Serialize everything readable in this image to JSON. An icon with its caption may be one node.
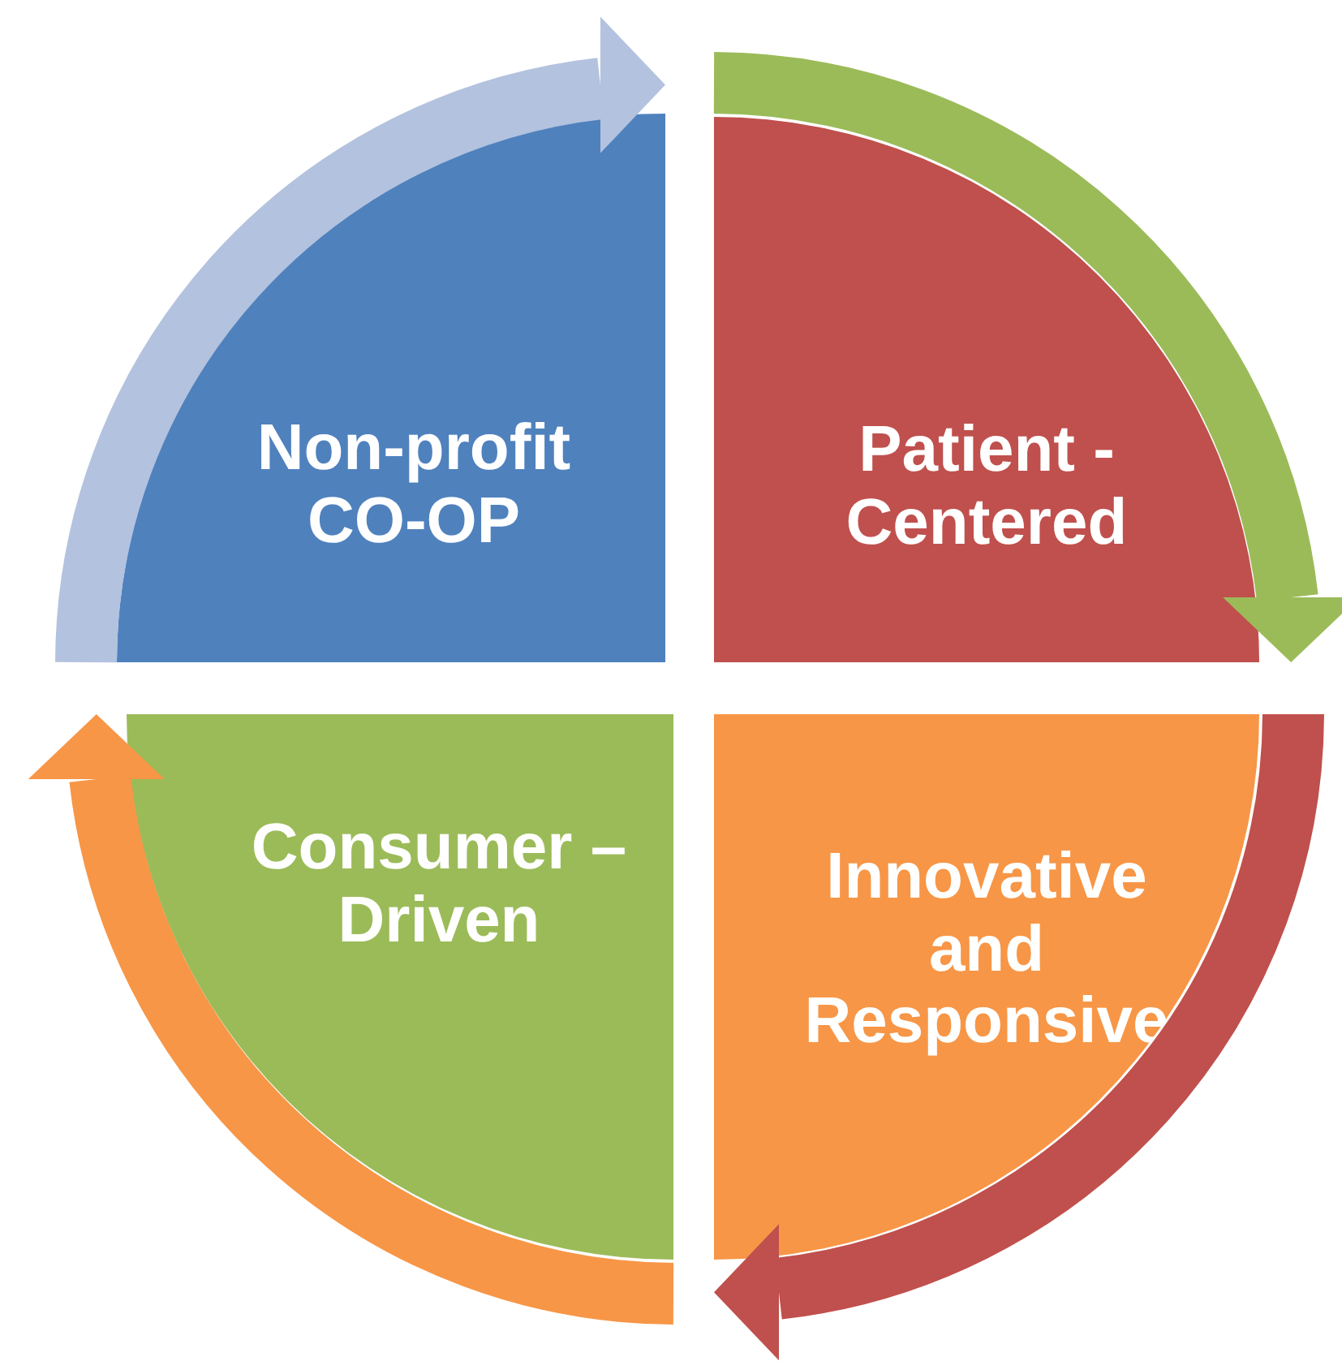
{
  "diagram": {
    "nodes": [
      {
        "text": [
          "Non-profit CO-OP"
        ]
      },
      {
        "text": [
          "Patient - Centered"
        ]
      },
      {
        "text": [
          "Consumer – Driven"
        ]
      },
      {
        "text": [
          "Innovative and Responsive"
        ]
      }
    ],
    "edges": [
      {
        "from": null,
        "to": 0,
        "arrow": "to",
        "color": "#b3c2de"
      },
      {
        "from": null,
        "to": 1,
        "arrow": "to",
        "color": "#9bbb59"
      },
      {
        "from": null,
        "to": 3,
        "arrow": "to",
        "color": "#c0504d"
      },
      {
        "from": null,
        "to": 2,
        "arrow": "to",
        "color": "#f79646"
      }
    ]
  }
}
